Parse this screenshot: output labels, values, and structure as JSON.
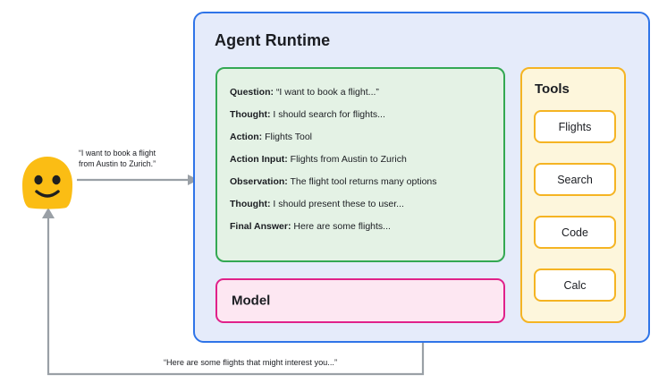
{
  "colors": {
    "runtime_border": "#2f74e8",
    "runtime_fill": "#e5ebfa",
    "trace_border": "#34a853",
    "trace_fill": "#e4f2e5",
    "model_border": "#e0218a",
    "model_fill": "#fde7f2",
    "tools_border": "#f5b423",
    "tools_fill": "#fdf6dc",
    "avatar_yellow": "#fbbd14",
    "arrow_gray": "#9aa0a6"
  },
  "runtime": {
    "title": "Agent Runtime"
  },
  "trace": {
    "lines": [
      {
        "key": "Question:",
        "value": "“I want to book a flight...”"
      },
      {
        "key": "Thought:",
        "value": "I should search for flights..."
      },
      {
        "key": "Action:",
        "value": "Flights Tool"
      },
      {
        "key": "Action Input:",
        "value": "Flights from Austin to Zurich"
      },
      {
        "key": "Observation:",
        "value": "The flight tool returns many options"
      },
      {
        "key": "Thought:",
        "value": "I should present these to user..."
      },
      {
        "key": "Final Answer:",
        "value": "Here are some flights..."
      }
    ]
  },
  "model": {
    "label": "Model"
  },
  "tools": {
    "title": "Tools",
    "items": [
      {
        "label": "Flights"
      },
      {
        "label": "Search"
      },
      {
        "label": "Code"
      },
      {
        "label": "Calc"
      }
    ]
  },
  "user": {
    "avatar_name": "smiley-face-avatar",
    "request_caption_line1": "“I want to book a flight",
    "request_caption_line2": "from Austin to Zurich.”",
    "response_caption": "“Here are some flights that might interest you...”"
  }
}
